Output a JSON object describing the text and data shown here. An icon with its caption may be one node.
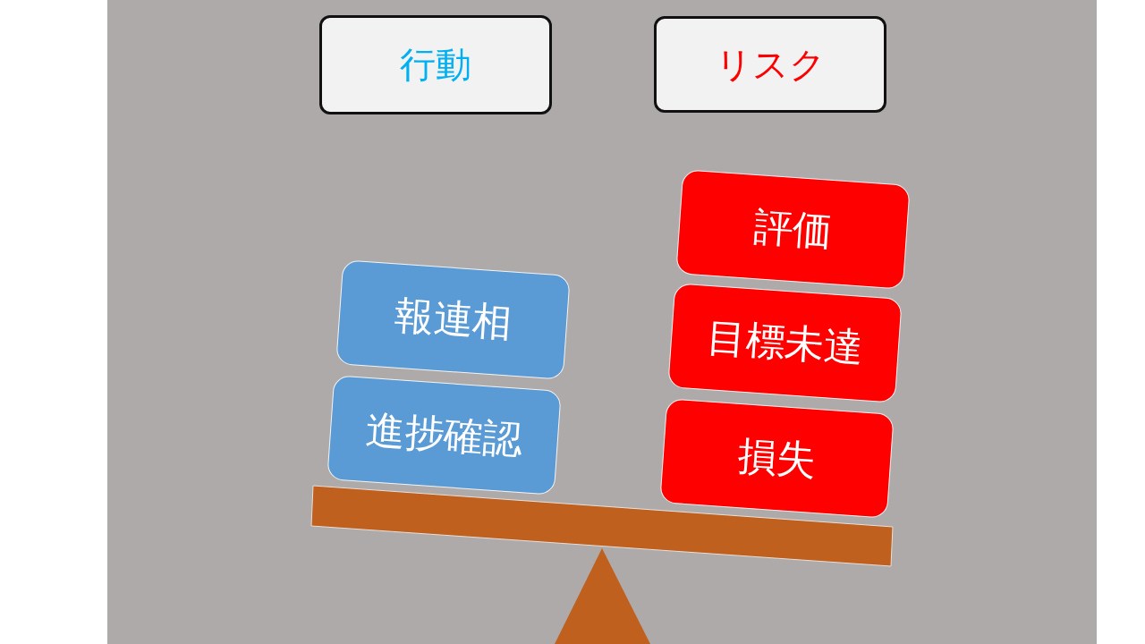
{
  "diagram": {
    "nodes": [
      {
        "text": [
          "行動"
        ]
      },
      {
        "text": [
          "リスク"
        ]
      },
      {
        "text": [
          "報連相"
        ]
      },
      {
        "text": [
          "進捗確認"
        ]
      },
      {
        "text": [
          "評価"
        ]
      },
      {
        "text": [
          "目標未達"
        ]
      },
      {
        "text": [
          "損失"
        ]
      }
    ]
  }
}
